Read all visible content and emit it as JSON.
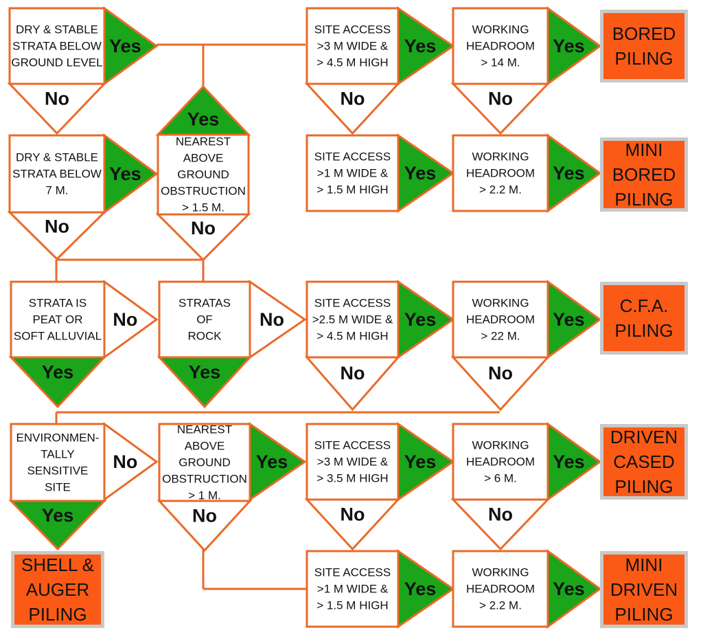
{
  "colors": {
    "line": "#ea6a28",
    "yes_fill": "#1aa51a",
    "result_fill": "#fa5a16",
    "result_frame": "#c9c9c9"
  },
  "labels": {
    "yes": "Yes",
    "no": "No"
  },
  "decisions": {
    "dry_ground": [
      "DRY & STABLE",
      "STRATA BELOW",
      "GROUND LEVEL"
    ],
    "sa_3_45": [
      "SITE ACCESS",
      ">3 M WIDE &",
      "> 4.5 M HIGH"
    ],
    "wh_14": [
      "WORKING",
      "HEADROOM",
      "> 14 M."
    ],
    "dry_7": [
      "DRY & STABLE",
      "STRATA BELOW",
      "7 M."
    ],
    "nearest_15": [
      "NEAREST",
      "ABOVE",
      "GROUND",
      "OBSTRUCTION",
      "> 1.5 M."
    ],
    "sa_1_15_a": [
      "SITE ACCESS",
      ">1 M WIDE &",
      "> 1.5 M HIGH"
    ],
    "wh_22_a": [
      "WORKING",
      "HEADROOM",
      "> 2.2 M."
    ],
    "peat": [
      "STRATA IS",
      "PEAT OR",
      "SOFT ALLUVIAL"
    ],
    "rock": [
      "STRATAS",
      "OF",
      "ROCK"
    ],
    "sa_25_45": [
      "SITE ACCESS",
      ">2.5 M WIDE &",
      "> 4.5 M HIGH"
    ],
    "wh_22m": [
      "WORKING",
      "HEADROOM",
      "> 22 M."
    ],
    "env": [
      "ENVIRONMEN-",
      "TALLY",
      "SENSITIVE",
      "SITE"
    ],
    "nearest_1": [
      "NEAREST",
      "ABOVE",
      "GROUND",
      "OBSTRUCTION",
      "> 1 M."
    ],
    "sa_3_35": [
      "SITE ACCESS",
      ">3 M WIDE &",
      "> 3.5 M HIGH"
    ],
    "wh_6": [
      "WORKING",
      "HEADROOM",
      "> 6 M."
    ],
    "sa_1_15_b": [
      "SITE ACCESS",
      ">1 M WIDE &",
      "> 1.5 M HIGH"
    ],
    "wh_22_b": [
      "WORKING",
      "HEADROOM",
      "> 2.2 M."
    ]
  },
  "results": {
    "bored": [
      "BORED",
      "PILING"
    ],
    "mini_bored": [
      "MINI",
      "BORED",
      "PILING"
    ],
    "cfa": [
      "C.F.A.",
      "PILING"
    ],
    "driven_cased": [
      "DRIVEN",
      "CASED",
      "PILING"
    ],
    "shell_auger": [
      "SHELL &",
      "AUGER",
      "PILING"
    ],
    "mini_driven": [
      "MINI",
      "DRIVEN",
      "PILING"
    ]
  }
}
